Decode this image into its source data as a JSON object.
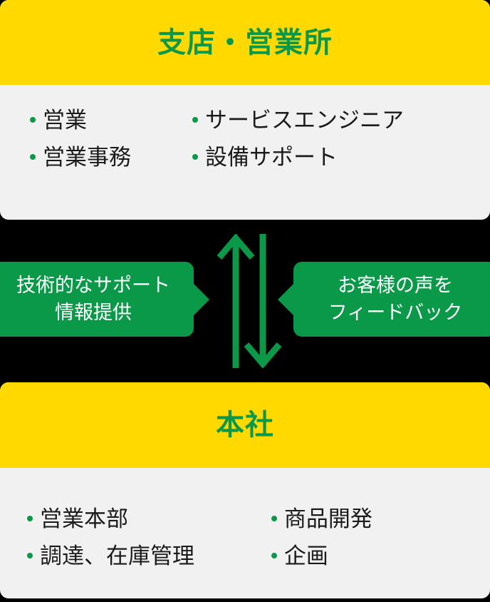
{
  "colors": {
    "header_yellow": "#ffd900",
    "brand_green": "#0a9949",
    "card_body_gray": "#f1f1f1",
    "text_dark": "#1b1b1b",
    "background": "#000000",
    "callout_text": "#ffffff"
  },
  "branch_card": {
    "title": "支店・営業所",
    "columns": [
      {
        "items": [
          "営業",
          "営業事務"
        ]
      },
      {
        "items": [
          "サービスエンジニア",
          "設備サポート"
        ]
      }
    ]
  },
  "headquarters_card": {
    "title": "本社",
    "columns": [
      {
        "items": [
          "営業本部",
          "調達、在庫管理"
        ]
      },
      {
        "items": [
          "商品開発",
          "企画"
        ]
      }
    ]
  },
  "flow": {
    "left_callout": {
      "text": "技術的なサポート\n情報提供",
      "direction": "headquarters-to-branch",
      "tail_side": "right"
    },
    "right_callout": {
      "text": "お客様の声を\nフィードバック",
      "direction": "branch-to-headquarters",
      "tail_side": "left"
    },
    "arrows": [
      {
        "name": "up-arrow",
        "direction": "up"
      },
      {
        "name": "down-arrow",
        "direction": "down"
      }
    ]
  }
}
